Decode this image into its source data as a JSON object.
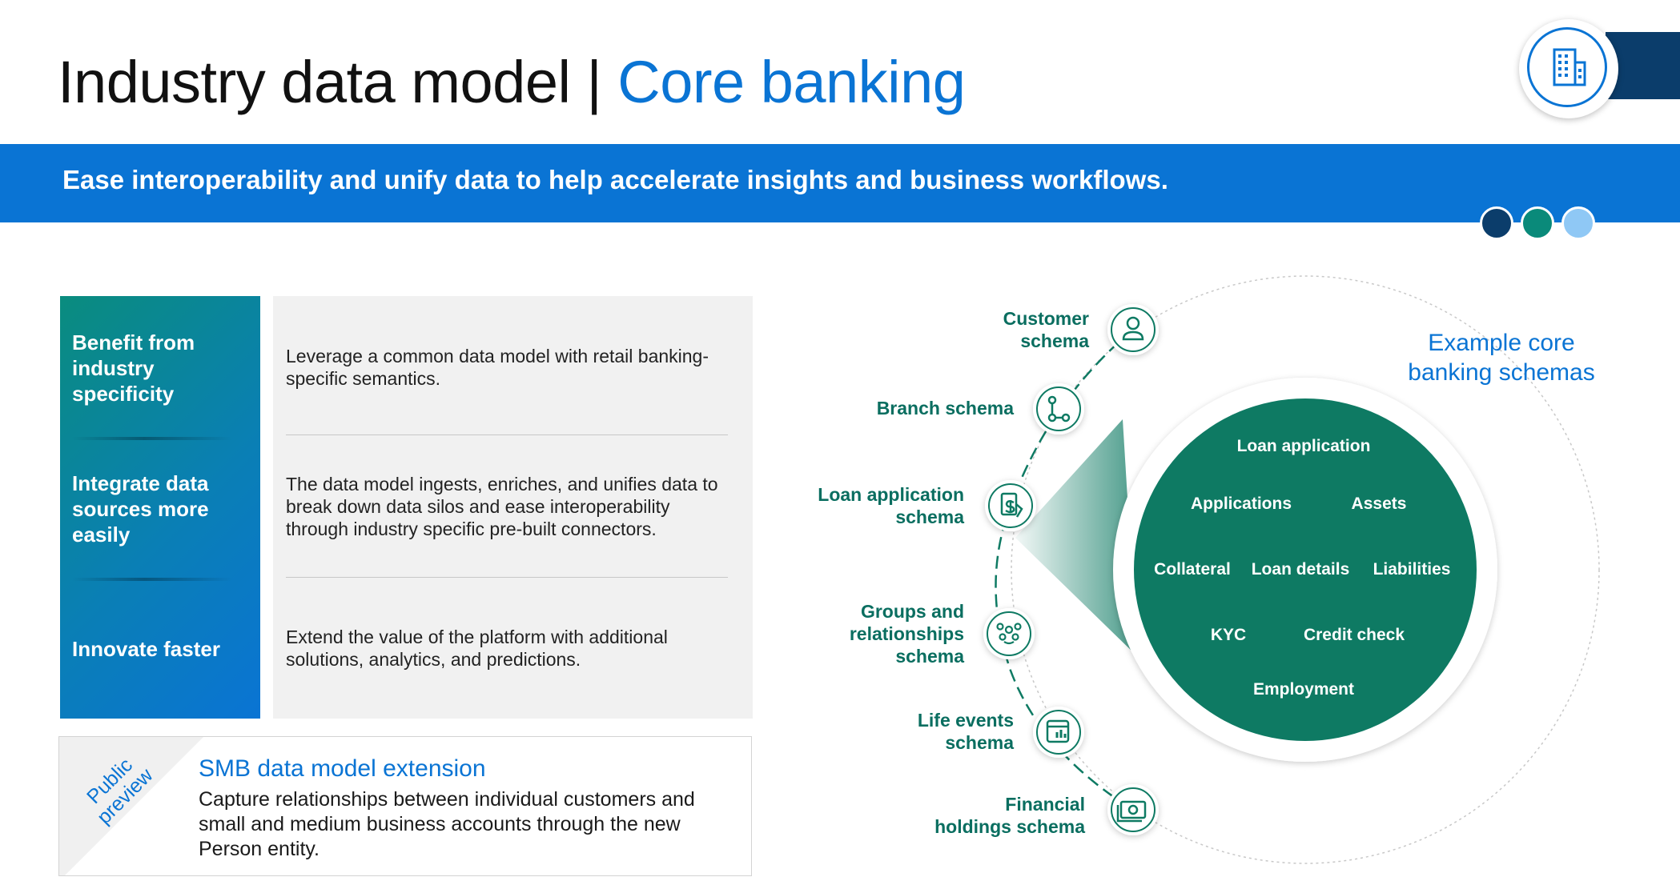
{
  "header": {
    "title_main": "Industry data model | ",
    "title_accent": "Core banking",
    "banner": "Ease interoperability and unify data to help accelerate insights and business workflows."
  },
  "colors": {
    "primary_blue": "#0a74d4",
    "navy": "#0b3d6b",
    "teal": "#0a8a7a",
    "light_blue": "#8fc8f5",
    "dark_green": "#0e7a63"
  },
  "benefits": [
    {
      "label": "Benefit from industry specificity",
      "description": "Leverage a common data model with retail banking-specific semantics."
    },
    {
      "label": "Integrate data sources more easily",
      "description": "The data model ingests, enriches, and unifies data to break down data silos and ease interoperability through industry specific pre-built connectors."
    },
    {
      "label": "Innovate faster",
      "description": "Extend the value of the platform with additional solutions, analytics, and predictions."
    }
  ],
  "smb": {
    "badge": "Public preview",
    "title": "SMB data model extension",
    "description": "Capture relationships between individual customers and small and medium business accounts through the new Person entity."
  },
  "diagram": {
    "title": "Example core banking schemas",
    "schemas": [
      {
        "line1": "Customer",
        "line2": "schema",
        "line3": "",
        "icon": "person-icon"
      },
      {
        "line1": "Branch schema",
        "line2": "",
        "line3": "",
        "icon": "branch-icon"
      },
      {
        "line1": "Loan application",
        "line2": "schema",
        "line3": "",
        "icon": "loan-document-icon"
      },
      {
        "line1": "Groups and",
        "line2": "relationships",
        "line3": "schema",
        "icon": "group-icon"
      },
      {
        "line1": "Life events",
        "line2": "schema",
        "line3": "",
        "icon": "calendar-chart-icon"
      },
      {
        "line1": "Financial",
        "line2": "holdings schema",
        "line3": "",
        "icon": "money-icon"
      }
    ],
    "loan_entities": [
      "Loan application",
      "Applications",
      "Assets",
      "Collateral",
      "Loan details",
      "Liabilities",
      "KYC",
      "Credit check",
      "Employment"
    ]
  }
}
